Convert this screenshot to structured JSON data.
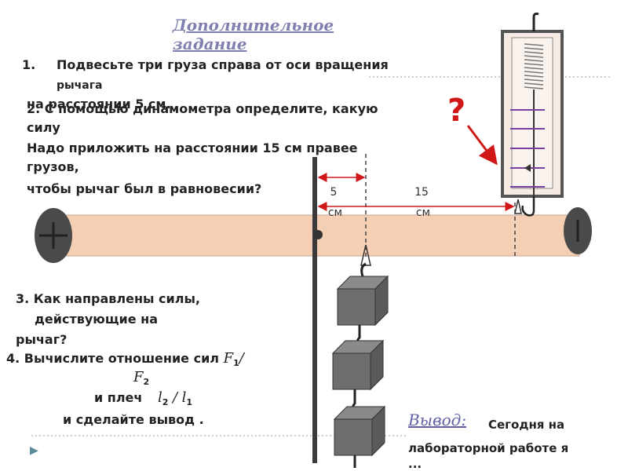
{
  "slide": {
    "title": "Дополнительное задание",
    "item1_number": "1.",
    "item1_line1": "Подвесьте три груза справа от оси вращения",
    "item1_line2": "рычага",
    "item1_line3": "на расстоянии 5 см.",
    "item2_line1": "2. С помощью динамометра определите, какую",
    "item2_line2": "силу",
    "item2_line3": "Надо приложить на расстоянии 15 см правее",
    "item2_line4": "грузов,",
    "item2_line5": "чтобы рычаг был в равновесии?",
    "item3_line1": "3. Как направлены силы,",
    "item3_line2": "действующие  на",
    "item3_line3": "рычаг?",
    "item4_line1": "4. Вычислите отношение сил",
    "item4_F1": "F",
    "item4_F1_sub": "1",
    "item4_slash": "/",
    "item4_F2": "F",
    "item4_F2_sub": "2",
    "item4_line3": "и плеч",
    "item4_l2": "l",
    "item4_l2_sub": "2",
    "item4_slash2": "/",
    "item4_l1": "l",
    "item4_l1_sub": "1",
    "item4_line4": "и сделайте вывод .",
    "vyvod_label": "Вывод:",
    "vyvod_text_line1": "Сегодня на",
    "vyvod_text_line2": "лабораторной работе я",
    "vyvod_text_line3": "..."
  },
  "diagram": {
    "dist1_value": "5",
    "dist1_unit": "см",
    "dist2_value": "15",
    "dist2_unit": "см",
    "question_mark": "?",
    "left_cap_symbol": "+",
    "right_cap_symbol": "I"
  },
  "colors": {
    "lever_fill": "#f5cfb4",
    "arrow_red": "#d01818",
    "spring_marks": "#7b3fa0",
    "title_color": "#8080b0",
    "vyvod_color": "#6060a8"
  }
}
